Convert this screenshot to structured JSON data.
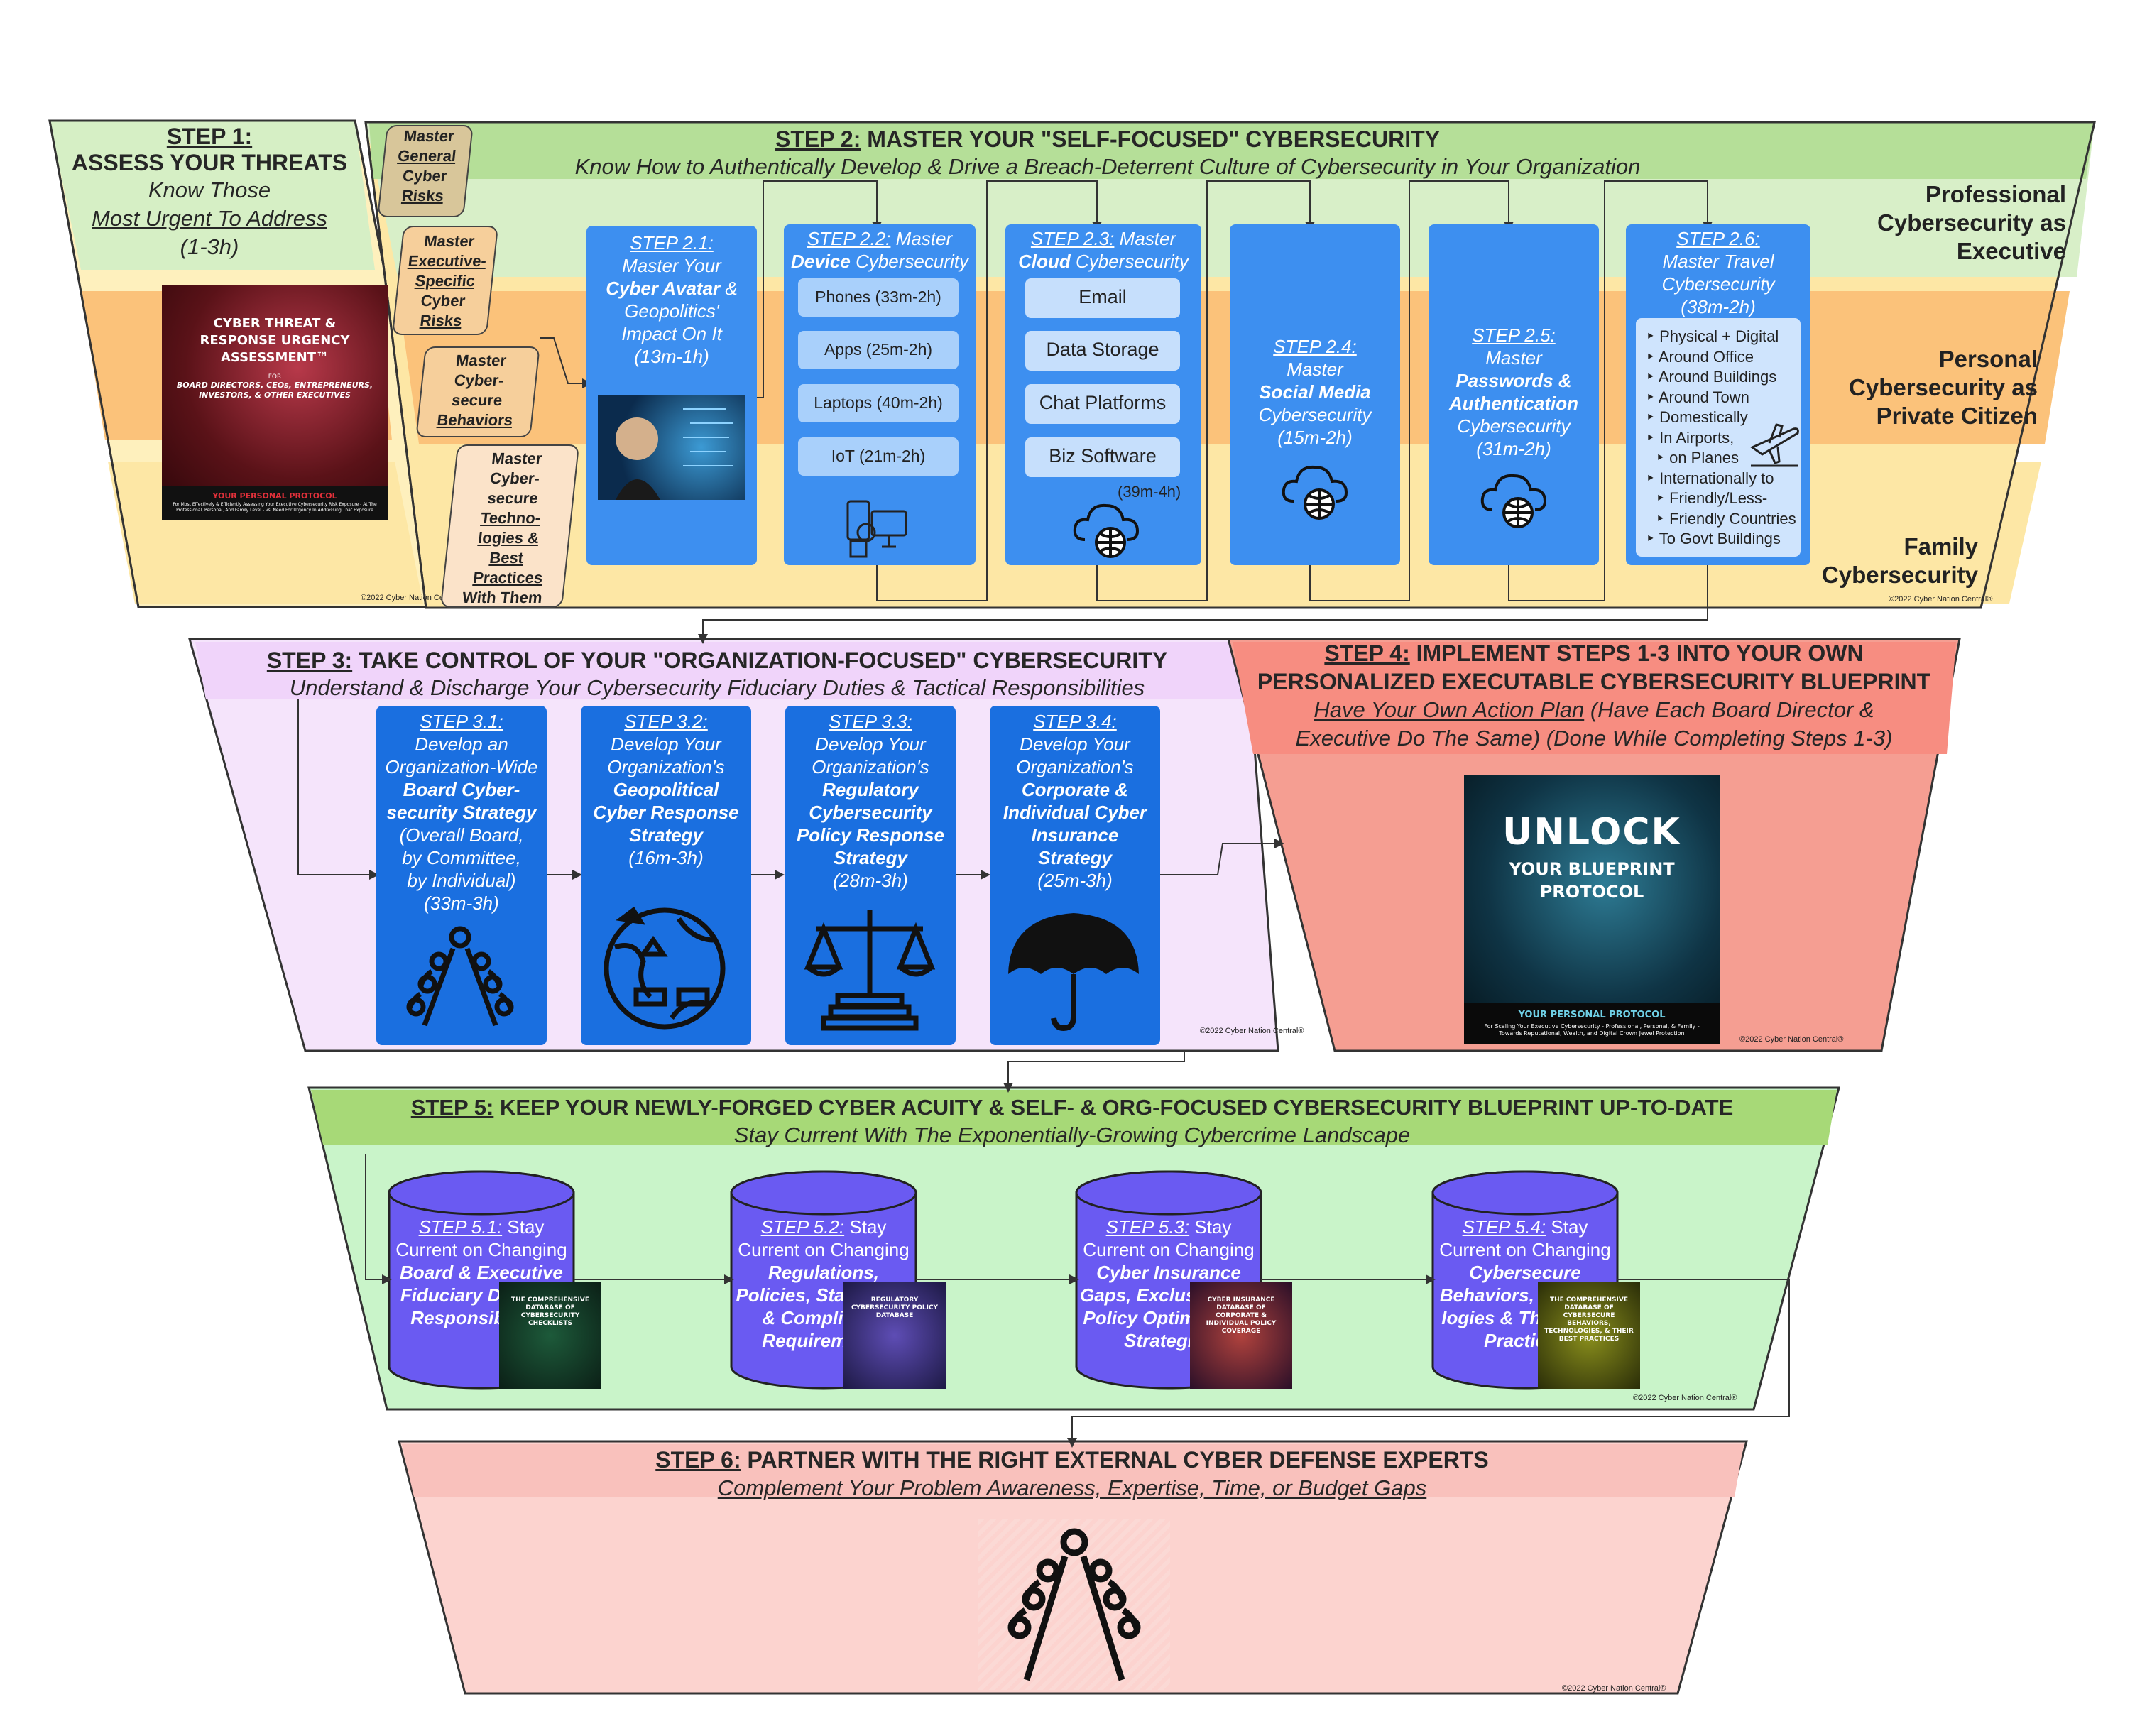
{
  "step1": {
    "heading": "STEP 1:",
    "title": "ASSESS YOUR THREATS",
    "line1": "Know Those",
    "line2": "Most Urgent To Address",
    "duration": "(1-3h)",
    "cover": {
      "title": "CYBER THREAT & RESPONSE URGENCY ASSESSMENT™",
      "for_label": "FOR",
      "audience": "BOARD DIRECTORS, CEOs, ENTREPRENEURS, INVESTORS, & OTHER EXECUTIVES",
      "footer": "YOUR PERSONAL PROTOCOL",
      "tagline": "For Most Effectively & Efficiently Assessing Your Executive Cybersecurity Risk Exposure - At The Professional, Personal, And Family Level - vs. Need For Urgency In Addressing That Exposure"
    },
    "copyright": "©2022 Cyber Nation Central®"
  },
  "step2": {
    "heading": "STEP 2:",
    "title": "MASTER YOUR \"SELF-FOCUSED\" CYBERSECURITY",
    "subtitle": "Know How to Authentically Develop & Drive a Breach-Deterrent Culture of Cybersecurity in Your Organization",
    "tabs": [
      {
        "pre": "Master",
        "u": "General",
        "post": "Cyber",
        "u2": "Risks"
      },
      {
        "pre": "Master",
        "u": "Executive-Specific",
        "post": "Cyber",
        "u2": "Risks"
      },
      {
        "pre": "Master Cyber-secure",
        "u": "Behaviors",
        "post": "",
        "u2": ""
      },
      {
        "pre": "Master Cyber-secure",
        "u": "Techno-logies &",
        "post": "",
        "u2": "Best Practices",
        "tail": "With Them"
      }
    ],
    "bands": {
      "professional": "Professional Cybersecurity as Executive",
      "personal": "Personal Cybersecurity as Private Citizen",
      "family": "Family Cybersecurity"
    },
    "s21": {
      "step": "STEP 2.1:",
      "l1": "Master Your",
      "b": "Cyber Avatar",
      "l2": "&",
      "l3": "Geopolitics' Impact On It",
      "dur": "(13m-1h)"
    },
    "s22": {
      "step": "STEP 2.2:",
      "l1": "Master",
      "b": "Device",
      "l2": "Cybersecurity",
      "items": [
        "Phones (33m-2h)",
        "Apps (25m-2h)",
        "Laptops (40m-2h)",
        "IoT (21m-2h)"
      ]
    },
    "s23": {
      "step": "STEP 2.3:",
      "l1": "Master",
      "b": "Cloud",
      "l2": "Cybersecurity",
      "items": [
        "Email",
        "Data Storage",
        "Chat Platforms",
        "Biz Software"
      ],
      "dur": "(39m-4h)"
    },
    "s24": {
      "step": "STEP 2.4:",
      "l1": "Master",
      "b": "Social Media",
      "l2": "Cybersecurity",
      "dur": "(15m-2h)"
    },
    "s25": {
      "step": "STEP 2.5:",
      "l1": "Master",
      "b": "Passwords & Authentication",
      "l2": "Cybersecurity",
      "dur": "(31m-2h)"
    },
    "s26": {
      "step": "STEP 2.6:",
      "l1": "Master Travel",
      "l2": "Cybersecurity",
      "dur": "(38m-2h)",
      "items": [
        "Physical + Digital",
        "Around Office",
        "Around Buildings",
        "Around Town",
        "Domestically",
        "In Airports,",
        "on  Planes",
        "Internationally to",
        "Friendly/Less-",
        "Friendly Countries",
        "To Govt Buildings"
      ]
    },
    "copyright": "©2022 Cyber Nation Central®"
  },
  "step3": {
    "heading": "STEP 3:",
    "title": "TAKE CONTROL OF YOUR \"ORGANIZATION-FOCUSED\" CYBERSECURITY",
    "subtitle": "Understand & Discharge Your Cybersecurity Fiduciary Duties & Tactical Responsibilities",
    "cards": [
      {
        "step": "STEP 3.1:",
        "l1": "Develop an Organization-Wide",
        "b": "Board Cyber-security Strategy",
        "l2": "(Overall Board, by Committee, by Individual)",
        "dur": "(33m-3h)"
      },
      {
        "step": "STEP 3.2:",
        "l1": "Develop Your Organization's",
        "b": "Geopolitical Cyber Response Strategy",
        "l2": "",
        "dur": "(16m-3h)"
      },
      {
        "step": "STEP 3.3:",
        "l1": "Develop Your Organization's",
        "b": "Regulatory Cybersecurity Policy Response Strategy",
        "l2": "",
        "dur": "(28m-3h)"
      },
      {
        "step": "STEP 3.4:",
        "l1": "Develop Your Organization's",
        "b": "Corporate & Individual Cyber Insurance Strategy",
        "l2": "",
        "dur": "(25m-3h)"
      }
    ],
    "copyright": "©2022 Cyber Nation Central®"
  },
  "step4": {
    "heading": "STEP 4:",
    "title1": "IMPLEMENT STEPS 1-3 INTO YOUR OWN",
    "title2": "PERSONALIZED EXECUTABLE CYBERSECURITY BLUEPRINT",
    "sub_u": "Have Your Own Action Plan",
    "sub_rest": "(Have Each Board Director &",
    "sub_line2": "Executive Do The Same) (Done While Completing Steps 1-3)",
    "cover": {
      "big": "UNLOCK",
      "l2": "YOUR BLUEPRINT",
      "l3": "PROTOCOL",
      "footer": "YOUR PERSONAL PROTOCOL",
      "tagline": "For Scaling Your Executive Cybersecurity - Professional, Personal, & Family - Towards Reputational, Wealth, and Digital Crown Jewel Protection"
    },
    "copyright": "©2022 Cyber Nation Central®"
  },
  "step5": {
    "heading": "STEP 5:",
    "title": "KEEP YOUR NEWLY-FORGED CYBER ACUITY & SELF- & ORG-FOCUSED CYBERSECURITY BLUEPRINT UP-TO-DATE",
    "subtitle": "Stay Current With The Exponentially-Growing Cybercrime Landscape",
    "cylinders": [
      {
        "step": "STEP 5.1:",
        "lead": "Stay Current on Changing",
        "b": "Board & Executive Fiduciary Duties & Responsibilities",
        "cover": "THE COMPREHENSIVE DATABASE OF CYBERSECURITY CHECKLISTS"
      },
      {
        "step": "STEP 5.2:",
        "lead": "Stay Current on Changing",
        "b": "Regulations, Policies, Standards, & Compliance Requirements",
        "cover": "REGULATORY CYBERSECURITY POLICY DATABASE"
      },
      {
        "step": "STEP 5.3:",
        "lead": "Stay Current on Changing",
        "b": "Cyber Insurance Gaps, Exclusions, & Policy Optimization Strategies",
        "cover": "CYBER INSURANCE DATABASE OF CORPORATE & INDIVIDUAL POLICY COVERAGE"
      },
      {
        "step": "STEP 5.4:",
        "lead": "Stay Current on Changing",
        "b": "Cybersecure Behaviors, Techno-logies & Their Best Practices",
        "cover": "THE COMPREHENSIVE DATABASE OF CYBERSECURE BEHAVIORS, TECHNOLOGIES, & THEIR BEST PRACTICES"
      }
    ],
    "copyright": "©2022 Cyber Nation Central®"
  },
  "step6": {
    "heading": "STEP 6:",
    "title": "PARTNER WITH THE RIGHT EXTERNAL CYBER DEFENSE EXPERTS",
    "subtitle": "Complement Your Problem Awareness, Expertise, Time, or Budget Gaps",
    "copyright": "©2022 Cyber Nation Central®"
  },
  "colors": {
    "step1_green": "#d6efc5",
    "band_orange": "#fbc27a",
    "band_yellow": "#fde7a5",
    "step2_header": "#b5df98",
    "card_blue": "#3d8ff0",
    "step3_purple": "#f5e4fb",
    "step4_red": "#f59e92",
    "step5_green": "#c9f4c9",
    "cylinder": "#6a5af2",
    "step6_pink": "#fcd3cf"
  }
}
